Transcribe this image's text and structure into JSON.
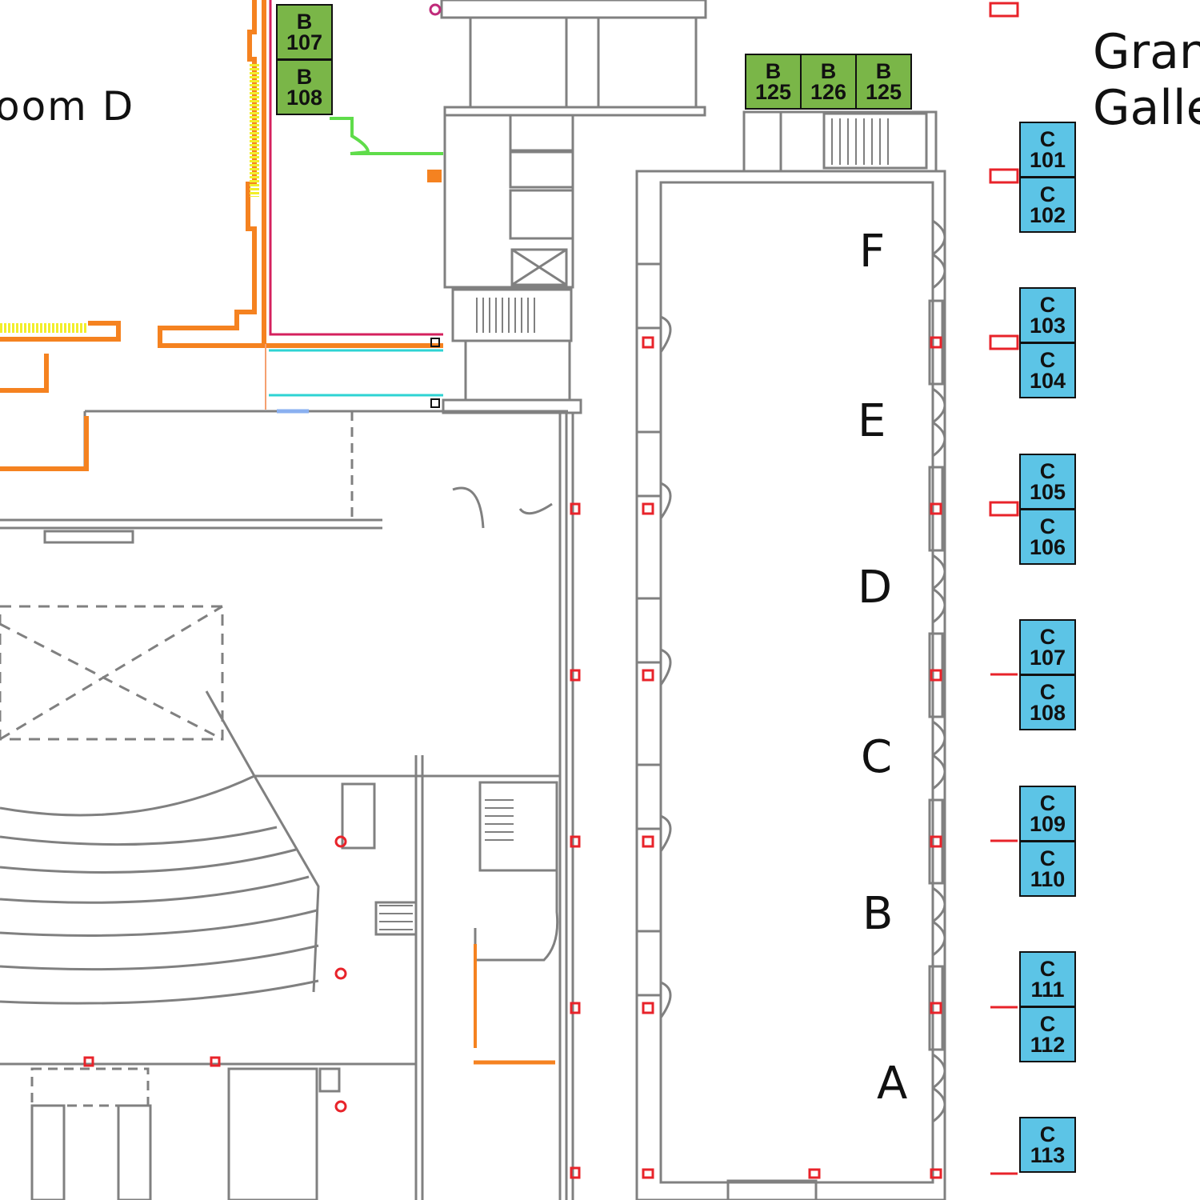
{
  "labels": {
    "ballroom_fragment": "oom D",
    "gallery_line1": "Gran",
    "gallery_line2": "Galle"
  },
  "rows": [
    "F",
    "E",
    "D",
    "C",
    "B",
    "A"
  ],
  "booths_b": [
    {
      "letter": "B",
      "number": "107"
    },
    {
      "letter": "B",
      "number": "108"
    },
    {
      "letter": "B",
      "number": "125"
    },
    {
      "letter": "B",
      "number": "126"
    },
    {
      "letter": "B",
      "number": "125"
    }
  ],
  "booths_c": [
    {
      "letter": "C",
      "number": "101"
    },
    {
      "letter": "C",
      "number": "102"
    },
    {
      "letter": "C",
      "number": "103"
    },
    {
      "letter": "C",
      "number": "104"
    },
    {
      "letter": "C",
      "number": "105"
    },
    {
      "letter": "C",
      "number": "106"
    },
    {
      "letter": "C",
      "number": "107"
    },
    {
      "letter": "C",
      "number": "108"
    },
    {
      "letter": "C",
      "number": "109"
    },
    {
      "letter": "C",
      "number": "110"
    },
    {
      "letter": "C",
      "number": "111"
    },
    {
      "letter": "C",
      "number": "112"
    },
    {
      "letter": "C",
      "number": "113"
    }
  ],
  "colors": {
    "wall": "#808080",
    "booth_b": "#7ab648",
    "booth_c": "#5cc4e6",
    "marker": "#e8232a",
    "orange": "#f58220",
    "yellow": "#f2ee2b",
    "cyan": "#2ed3d3",
    "green": "#5fdc4a",
    "magenta": "#d4215e"
  }
}
